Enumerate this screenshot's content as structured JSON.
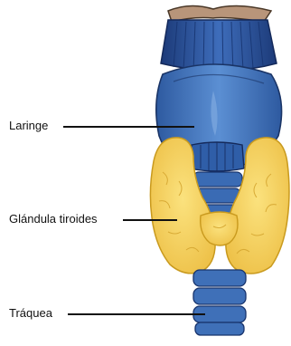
{
  "diagram": {
    "labels": {
      "laringe": "Laringe",
      "glandula": "Glándula tiroides",
      "traquea": "Tráquea"
    },
    "colors": {
      "cartilage_blue": "#3f6fb6",
      "cartilage_dark": "#1f3f7a",
      "cartilage_light": "#6b9ad6",
      "thyroid_yellow": "#f2cf5b",
      "thyroid_outline": "#c99a1e",
      "top_tissue": "#b8957a",
      "leader_line": "#111111"
    }
  }
}
